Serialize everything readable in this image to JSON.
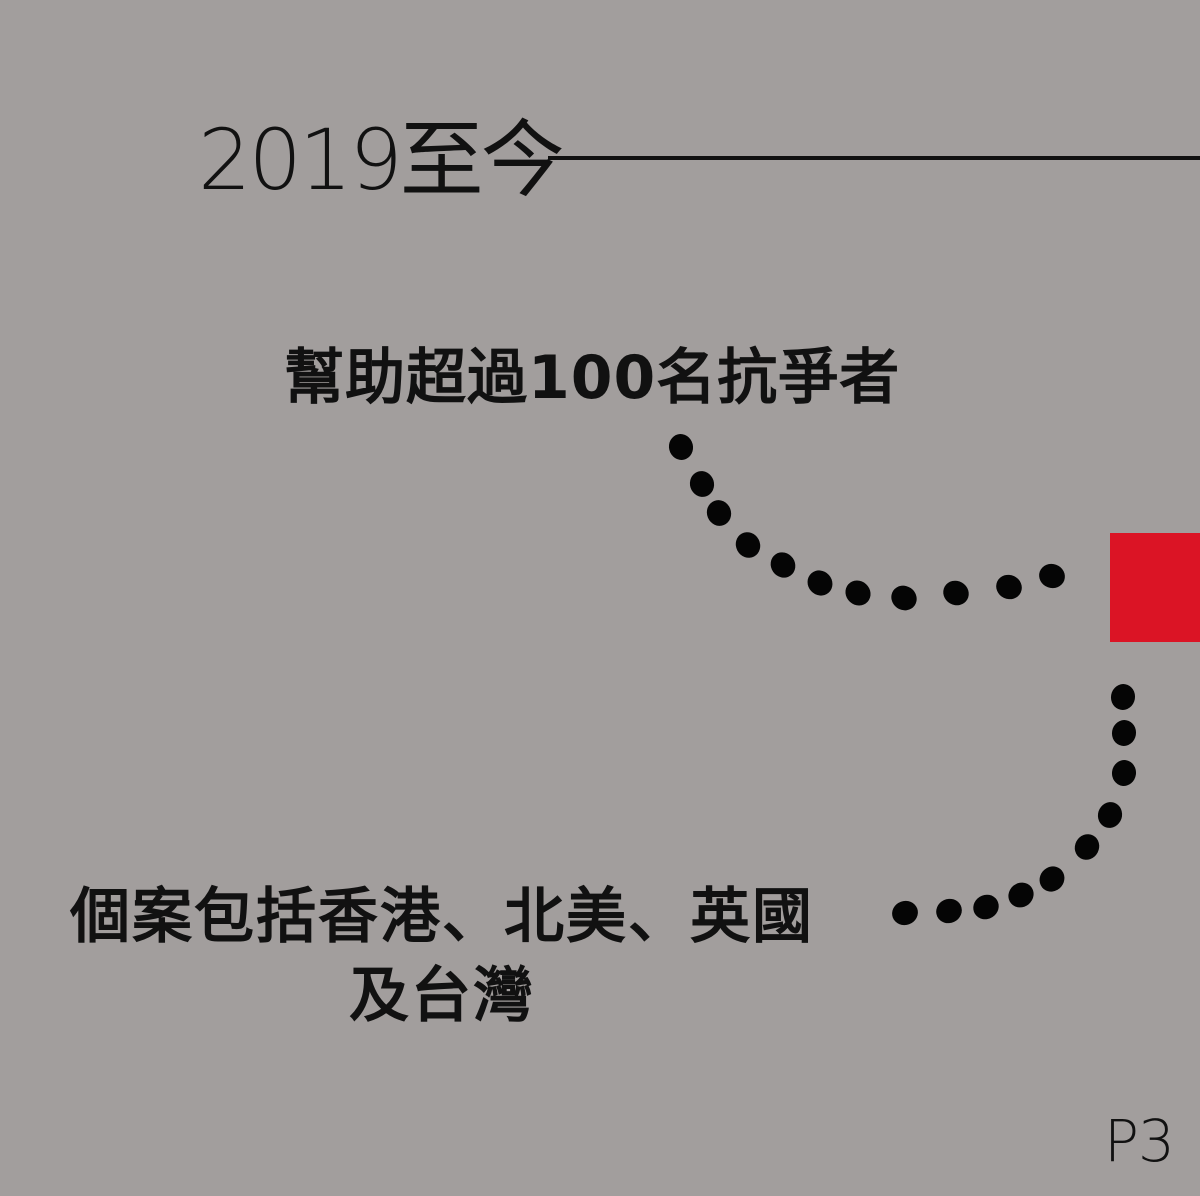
{
  "header": {
    "year_title": "2019至今"
  },
  "main": {
    "headline": "幫助超過100名抗爭者",
    "cases_line1": "個案包括香港、北美、英國",
    "cases_line2": "及台灣"
  },
  "footer": {
    "page_number": "P3"
  },
  "colors": {
    "background": "#a29e9d",
    "text": "#111111",
    "accent_red": "#db1425"
  }
}
